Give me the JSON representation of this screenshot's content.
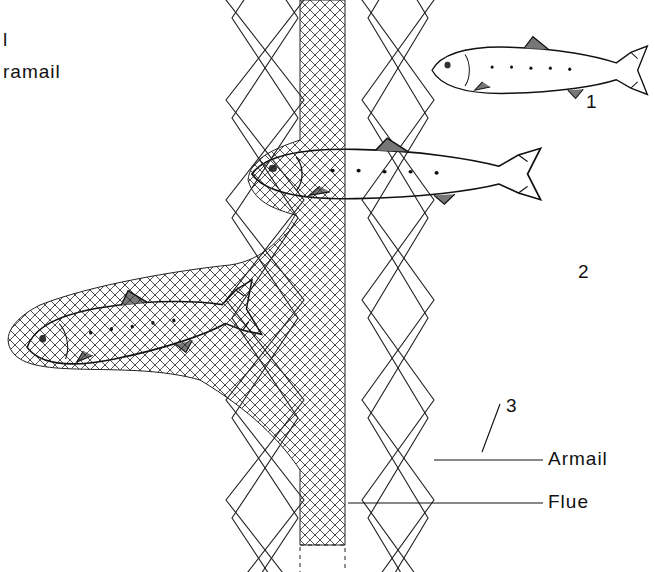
{
  "diagram": {
    "labels": [
      "l",
      "ramail",
      "1",
      "2",
      "3",
      "Armail",
      "Flue"
    ]
  }
}
